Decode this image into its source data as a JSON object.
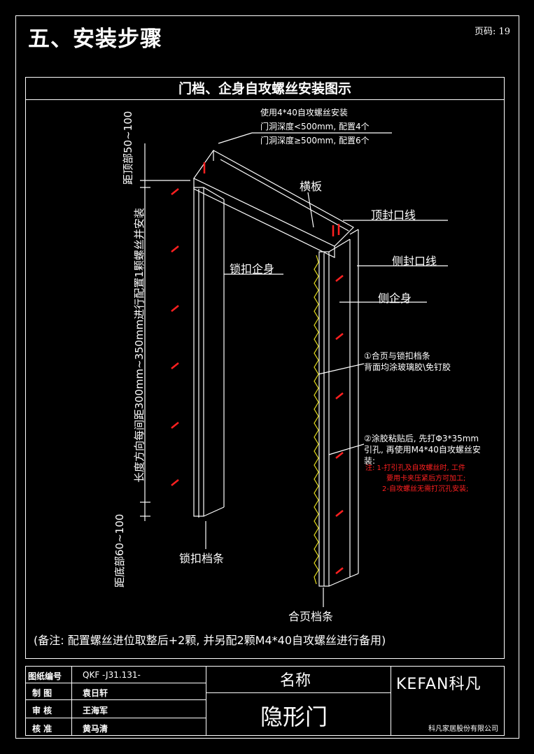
{
  "header": {
    "section_title": "五、安装步骤",
    "page_number": "页码: 19"
  },
  "diagram": {
    "title": "门档、企身自攻螺丝安装图示",
    "top_note": [
      "使用4*40自攻螺丝安装",
      "门洞深度<500mm, 配置4个",
      "门洞深度≥500mm, 配置6个"
    ],
    "labels": {
      "crossboard": "横板",
      "top_seal": "顶封口线",
      "side_seal": "侧封口线",
      "lock_jamb": "锁扣企身",
      "side_jamb": "侧企身",
      "lock_stop": "锁扣档条",
      "hinge_stop": "合页档条"
    },
    "note1": [
      "①合页与锁扣档条",
      "背面均涂玻璃胶\\免钉胶"
    ],
    "note2": [
      "②涂胶粘贴后, 先打Φ3*35mm",
      "引孔, 再使用M4*40自攻螺丝安",
      "装:"
    ],
    "red_notes": [
      "注: 1-打引孔及自攻螺丝时, 工件",
      "要用卡夹压紧后方可加工;",
      "2-自攻螺丝无需打沉孔安装;"
    ],
    "vertical_top": "距顶部50~100",
    "vertical_main": "长度方向每间距300mm~350mm进行配置1颗螺丝并安装",
    "vertical_bottom": "距底部60~100",
    "remark": "(备注: 配置螺丝进位取整后+2颗, 并另配2颗M4*40自攻螺丝进行备用)"
  },
  "title_block": {
    "rows": [
      {
        "label": "图纸编号",
        "value": "QKF    -J31.131-"
      },
      {
        "label": "制  图",
        "value": "袁日轩"
      },
      {
        "label": "审  核",
        "value": "王海军"
      },
      {
        "label": "核  准",
        "value": "黄马清"
      }
    ],
    "name_label": "名称",
    "name_value": "隐形门",
    "logo": "KEFAN科凡",
    "company": "科凡家居股份有限公司"
  },
  "colors": {
    "background": "#000000",
    "line": "#ffffff",
    "screw": "#ff2020",
    "glue": "#e8e020"
  }
}
